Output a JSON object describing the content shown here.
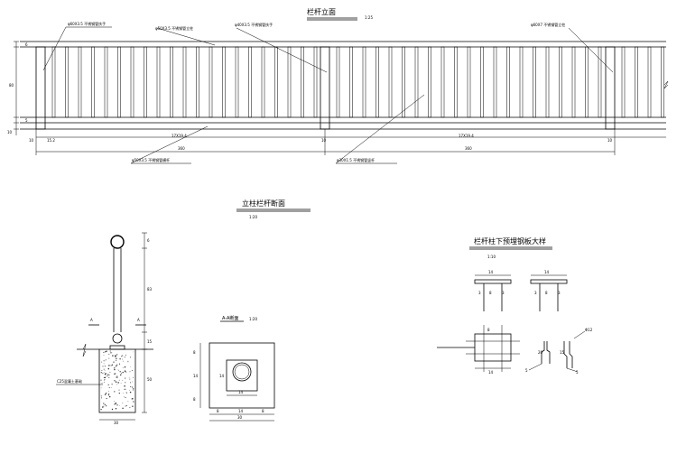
{
  "elevation": {
    "title": "栏杆立面",
    "scale": "1:25",
    "labels": {
      "top_left": "φ60X3.5 不锈钢管扶手",
      "top_mid1": "φ50X3.5 不锈钢管立柱",
      "top_mid2": "φ40X3.5 不锈钢管扶手",
      "top_right": "φ60X7 不锈钢管立柱",
      "bottom_left": "φ50X3.5 不锈钢管横杆",
      "bottom_right": "φ30X1.5 不锈钢管竖杆"
    },
    "left_dims": [
      "6",
      "80",
      "5",
      "10"
    ],
    "dims_row1": [
      "10",
      "15.2",
      "17X19.4",
      "10",
      "17X19.4",
      "10"
    ],
    "dims_row2": [
      "360",
      "360"
    ]
  },
  "section": {
    "title": "立柱栏杆断面",
    "scale": "1:20",
    "right_dims": [
      "6",
      "83",
      "15",
      "50"
    ],
    "bottom_dim": "30",
    "section_marks": [
      "A",
      "A"
    ],
    "concrete_label": "C25混凝土基础"
  },
  "aa": {
    "title": "A-A断面",
    "scale": "1:20",
    "left_dims": [
      "8",
      "14",
      "8"
    ],
    "inner_dim": "14",
    "bottom_dims": [
      "8",
      "14",
      "8"
    ],
    "total": "30"
  },
  "plate": {
    "title": "栏杆柱下预埋钢板大样",
    "scale": "1:10",
    "top_dims": [
      "14",
      "14"
    ],
    "sub_dims_left": [
      "3",
      "8",
      "3"
    ],
    "sub_dims_right": [
      "3",
      "8",
      "3"
    ],
    "mid_label": "8",
    "anchor_label": "Φ12",
    "bolt_dims": [
      "20",
      "15"
    ],
    "s_labels": [
      "5",
      "5"
    ],
    "plan_dim": "14"
  }
}
